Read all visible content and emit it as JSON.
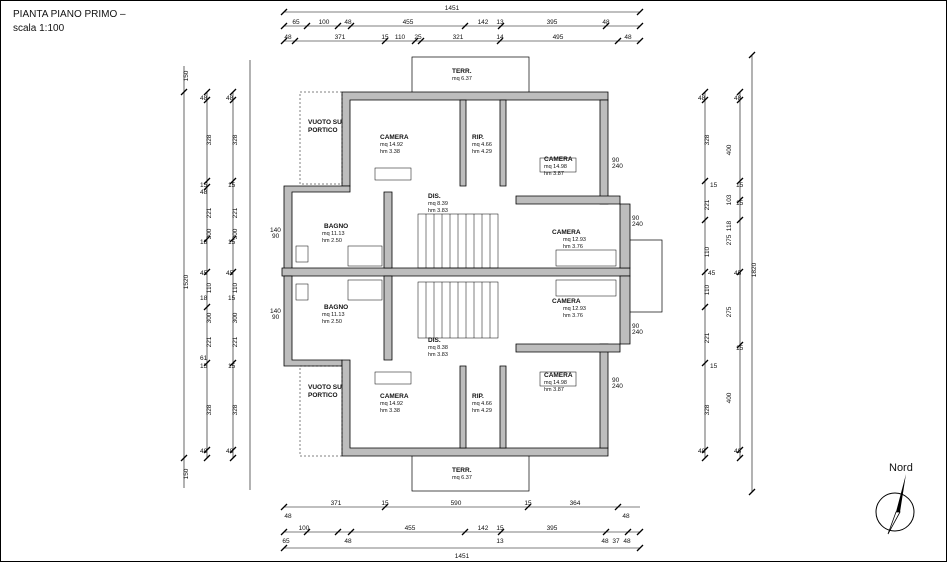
{
  "title": {
    "line1": "PIANTA PIANO PRIMO –",
    "line2": "scala 1:100"
  },
  "north_label": "Nord",
  "dims": {
    "top1": "1451",
    "top2": [
      "65",
      "100",
      "48",
      "455",
      "142",
      "13",
      "395",
      "48"
    ],
    "top3": [
      "48",
      "371",
      "15",
      "110",
      "25",
      "321",
      "14",
      "495",
      "48"
    ],
    "bot1": [
      "371",
      "15",
      "590",
      "15",
      "364"
    ],
    "bot1b": [
      "48",
      "48"
    ],
    "bot2": [
      "65",
      "100",
      "48",
      "455",
      "142",
      "15",
      "13",
      "395",
      "48",
      "37",
      "48"
    ],
    "bot3": "1451",
    "left_total": "1520",
    "left_outer": [
      "150",
      "150"
    ],
    "left_mid": [
      "48",
      "328",
      "15",
      "48",
      "221",
      "300",
      "18",
      "45",
      "110",
      "18",
      "300",
      "221",
      "61",
      "15",
      "328",
      "48"
    ],
    "left_inner": [
      "48",
      "328",
      "15",
      "221",
      "300",
      "15",
      "45",
      "110",
      "15",
      "300",
      "221",
      "15",
      "328",
      "48"
    ],
    "right_total": "1820",
    "right_inner": [
      "48",
      "328",
      "15",
      "221",
      "110",
      "45",
      "110",
      "221",
      "15",
      "328",
      "48"
    ],
    "right_outer": [
      "48",
      "400",
      "15",
      "103",
      "15",
      "118",
      "275",
      "45",
      "275",
      "15",
      "400",
      "48"
    ],
    "walls_left": [
      "140",
      "140",
      "90",
      "90"
    ],
    "walls_right": [
      "90",
      "240",
      "90",
      "240",
      "90",
      "240",
      "90",
      "240"
    ]
  },
  "rooms": [
    {
      "name": "TERR.",
      "area": "mq 6.37",
      "height": ""
    },
    {
      "name": "VUOTO SU",
      "area": "PORTICO",
      "height": ""
    },
    {
      "name": "CAMERA",
      "area": "mq 14.92",
      "height": "hm 3.38"
    },
    {
      "name": "RIP.",
      "area": "mq 4.66",
      "height": "hm 4.29"
    },
    {
      "name": "CAMERA",
      "area": "mq 14.98",
      "height": "hm 3.87"
    },
    {
      "name": "DIS.",
      "area": "mq 8.39",
      "height": "hm 3.83"
    },
    {
      "name": "BAGNO",
      "area": "mq 11.13",
      "height": "hm 2.50"
    },
    {
      "name": "CAMERA",
      "area": "mq 12.93",
      "height": "hm 3.76"
    },
    {
      "name": "BAGNO",
      "area": "mq 11.13",
      "height": "hm 2.50"
    },
    {
      "name": "CAMERA",
      "area": "mq 12.93",
      "height": "hm 3.76"
    },
    {
      "name": "DIS.",
      "area": "mq 8.38",
      "height": "hm 3.83"
    },
    {
      "name": "VUOTO SU",
      "area": "PORTICO",
      "height": ""
    },
    {
      "name": "CAMERA",
      "area": "mq 14.92",
      "height": "hm 3.38"
    },
    {
      "name": "RIP.",
      "area": "mq 4.66",
      "height": "hm 4.29"
    },
    {
      "name": "CAMERA",
      "area": "mq 14.98",
      "height": "hm 3.87"
    },
    {
      "name": "TERR.",
      "area": "mq 6.37",
      "height": ""
    }
  ]
}
